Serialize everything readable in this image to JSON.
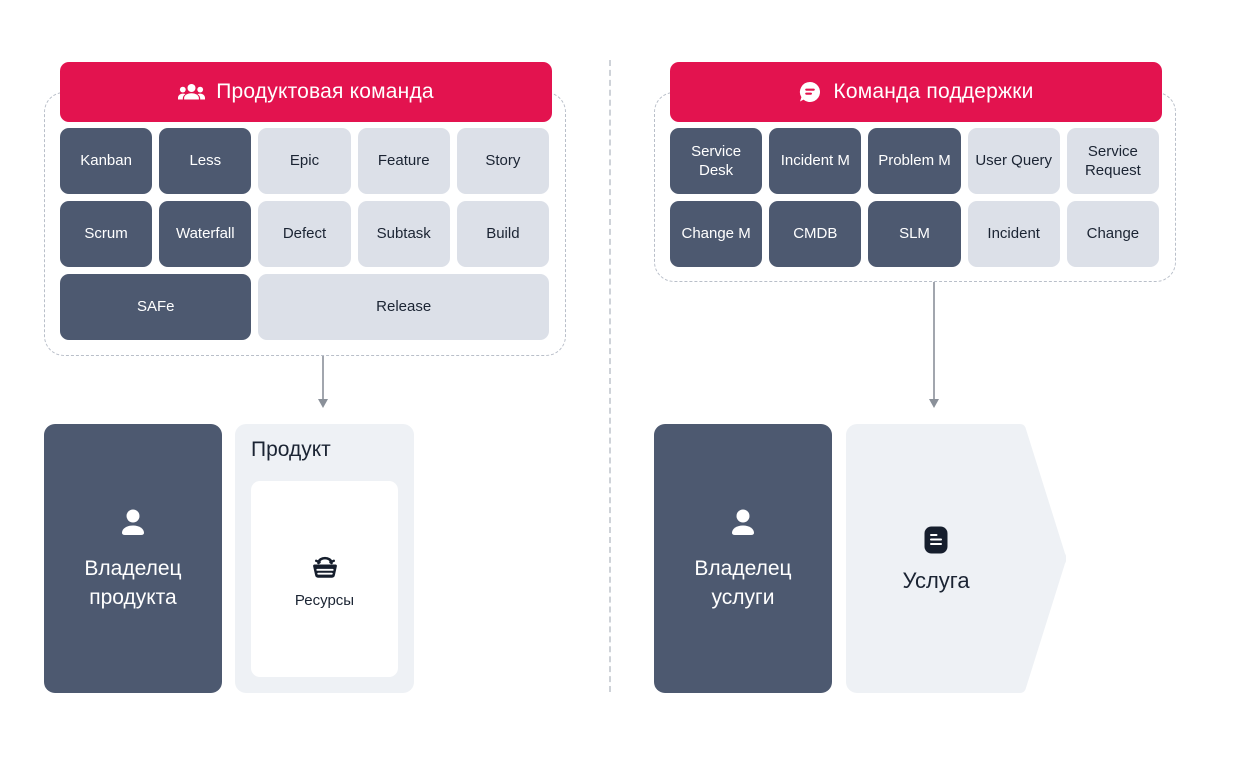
{
  "colors": {
    "accent_pink": "#e3134f",
    "tile_dark": "#4d5970",
    "tile_light": "#dce0e8",
    "panel_light": "#eef1f5",
    "icon_navy": "#161e2d",
    "arrow_gray": "#8a9099",
    "dashed_border": "#b9bfc9"
  },
  "product_team": {
    "title": "Продуктовая команда",
    "header_icon": "groups-icon",
    "tiles": [
      {
        "label": "Kanban",
        "variant": "dark"
      },
      {
        "label": "Less",
        "variant": "dark"
      },
      {
        "label": "Epic",
        "variant": "light"
      },
      {
        "label": "Feature",
        "variant": "light"
      },
      {
        "label": "Story",
        "variant": "light"
      },
      {
        "label": "Scrum",
        "variant": "dark"
      },
      {
        "label": "Waterfall",
        "variant": "dark"
      },
      {
        "label": "Defect",
        "variant": "light"
      },
      {
        "label": "Subtask",
        "variant": "light"
      },
      {
        "label": "Build",
        "variant": "light"
      },
      {
        "label": "SAFe",
        "variant": "dark"
      },
      {
        "label": "Release",
        "variant": "light"
      }
    ],
    "owner_label": "Владелец продукта",
    "product_title": "Продукт",
    "resources_label": "Ресурсы"
  },
  "support_team": {
    "title": "Команда поддержки",
    "header_icon": "chat-icon",
    "tiles": [
      {
        "label": "Service Desk",
        "variant": "dark"
      },
      {
        "label": "Incident M",
        "variant": "dark"
      },
      {
        "label": "Problem M",
        "variant": "dark"
      },
      {
        "label": "User Query",
        "variant": "light"
      },
      {
        "label": "Service Request",
        "variant": "light"
      },
      {
        "label": "Change M",
        "variant": "dark"
      },
      {
        "label": "CMDB",
        "variant": "dark"
      },
      {
        "label": "SLM",
        "variant": "dark"
      },
      {
        "label": "Incident",
        "variant": "light"
      },
      {
        "label": "Change",
        "variant": "light"
      }
    ],
    "owner_label": "Владелец услуги",
    "service_label": "Услуга"
  }
}
